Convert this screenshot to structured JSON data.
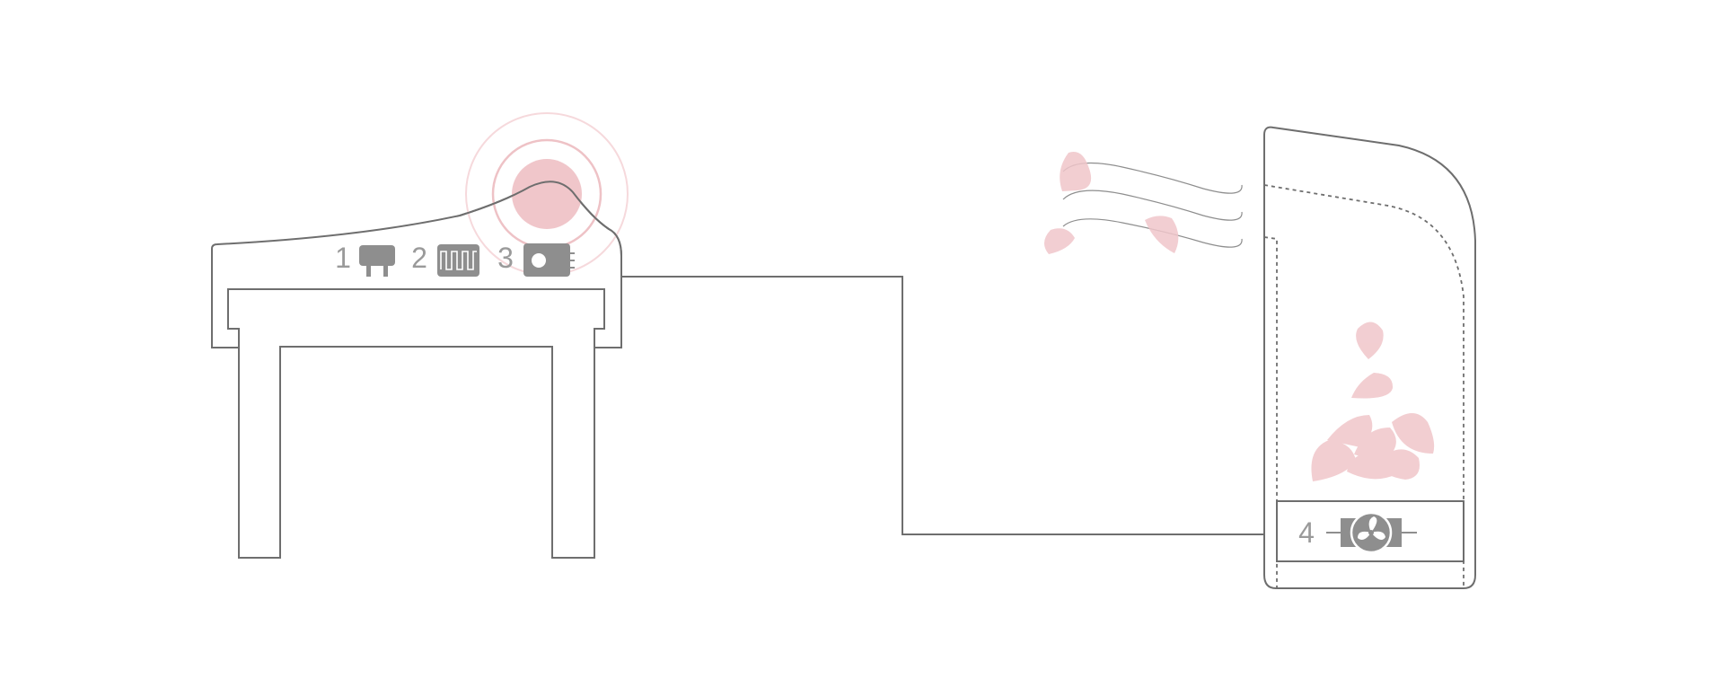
{
  "colors": {
    "outline": "#6e6e6e",
    "module_fill": "#8e8e8e",
    "label_text": "#9a9a9a",
    "accent_pink": "#f0c6ca",
    "accent_pink_light": "#f5d6d9",
    "background": "#ffffff"
  },
  "labels": {
    "module_1": "1",
    "module_2": "2",
    "module_3": "3",
    "module_4": "4"
  },
  "icons": {
    "module_1": "sensor-chip-icon",
    "module_2": "pulse-wave-icon",
    "module_3": "proximity-sensor-icon",
    "module_4": "fan-icon"
  }
}
